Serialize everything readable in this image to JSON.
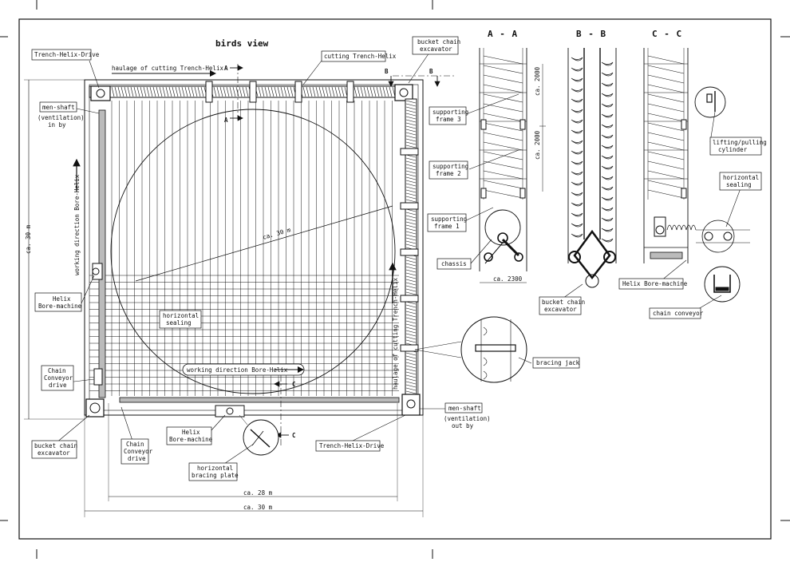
{
  "drawing": {
    "title": "birds view",
    "sections": {
      "aa": "A - A",
      "bb": "B - B",
      "cc": "C - C"
    },
    "cut_marks": {
      "a1": "A",
      "a2": "A",
      "b1": "B",
      "b2": "B",
      "c1": "C",
      "c2": "C"
    },
    "labels": {
      "trench_helix_drive_top": "Trench-Helix-Drive",
      "haulage_top": "haulage of cutting Trench-Helix",
      "cutting_trench_helix": "cutting Trench-Helix",
      "bucket_chain_excavator_top": [
        "bucket chain",
        "excavator"
      ],
      "men_shaft_in": "men-shaft",
      "ventilation_in": [
        "(ventilation)",
        "in by"
      ],
      "working_direction_vertical": "working direction Bore-Helix",
      "helix_bore_machine_left": [
        "Helix",
        "Bore-machine"
      ],
      "horizontal_sealing_center": [
        "horizontal",
        "sealing"
      ],
      "working_direction_horizontal": "working direction Bore-Helix",
      "chain_conveyor_drive_left": [
        "Chain",
        "Conveyor",
        "drive"
      ],
      "bucket_chain_excavator_bottom": [
        "bucket chain",
        "excavator"
      ],
      "chain_conveyor_drive_bottom": [
        "Chain",
        "Conveyor",
        "drive"
      ],
      "helix_bore_machine_bottom": [
        "Helix",
        "Bore-machine"
      ],
      "horizontal_bracing_plate": [
        "horizontal",
        "bracing plate"
      ],
      "trench_helix_drive_bottom": "Trench-Helix-Drive",
      "men_shaft_out": "men-shaft",
      "ventilation_out": [
        "(ventilation)",
        "out by"
      ],
      "haulage_vertical": "haulage of cutting Trench-Helix",
      "supporting_frame_3": [
        "supporting",
        "frame 3"
      ],
      "supporting_frame_2": [
        "supporting",
        "frame 2"
      ],
      "supporting_frame_1": [
        "supporting",
        "frame 1"
      ],
      "chassis": "chassis",
      "bucket_chain_excavator_bb": [
        "bucket chain",
        "excavator"
      ],
      "lifting_pulling_cylinder": [
        "lifting/pulling",
        "cylinder"
      ],
      "horizontal_sealing_cc": [
        "horizontal",
        "sealing"
      ],
      "helix_bore_machine_cc": "Helix Bore-machine",
      "chain_conveyor": "chain conveyor",
      "bracing_jack": "bracing jack"
    }
  }
}
